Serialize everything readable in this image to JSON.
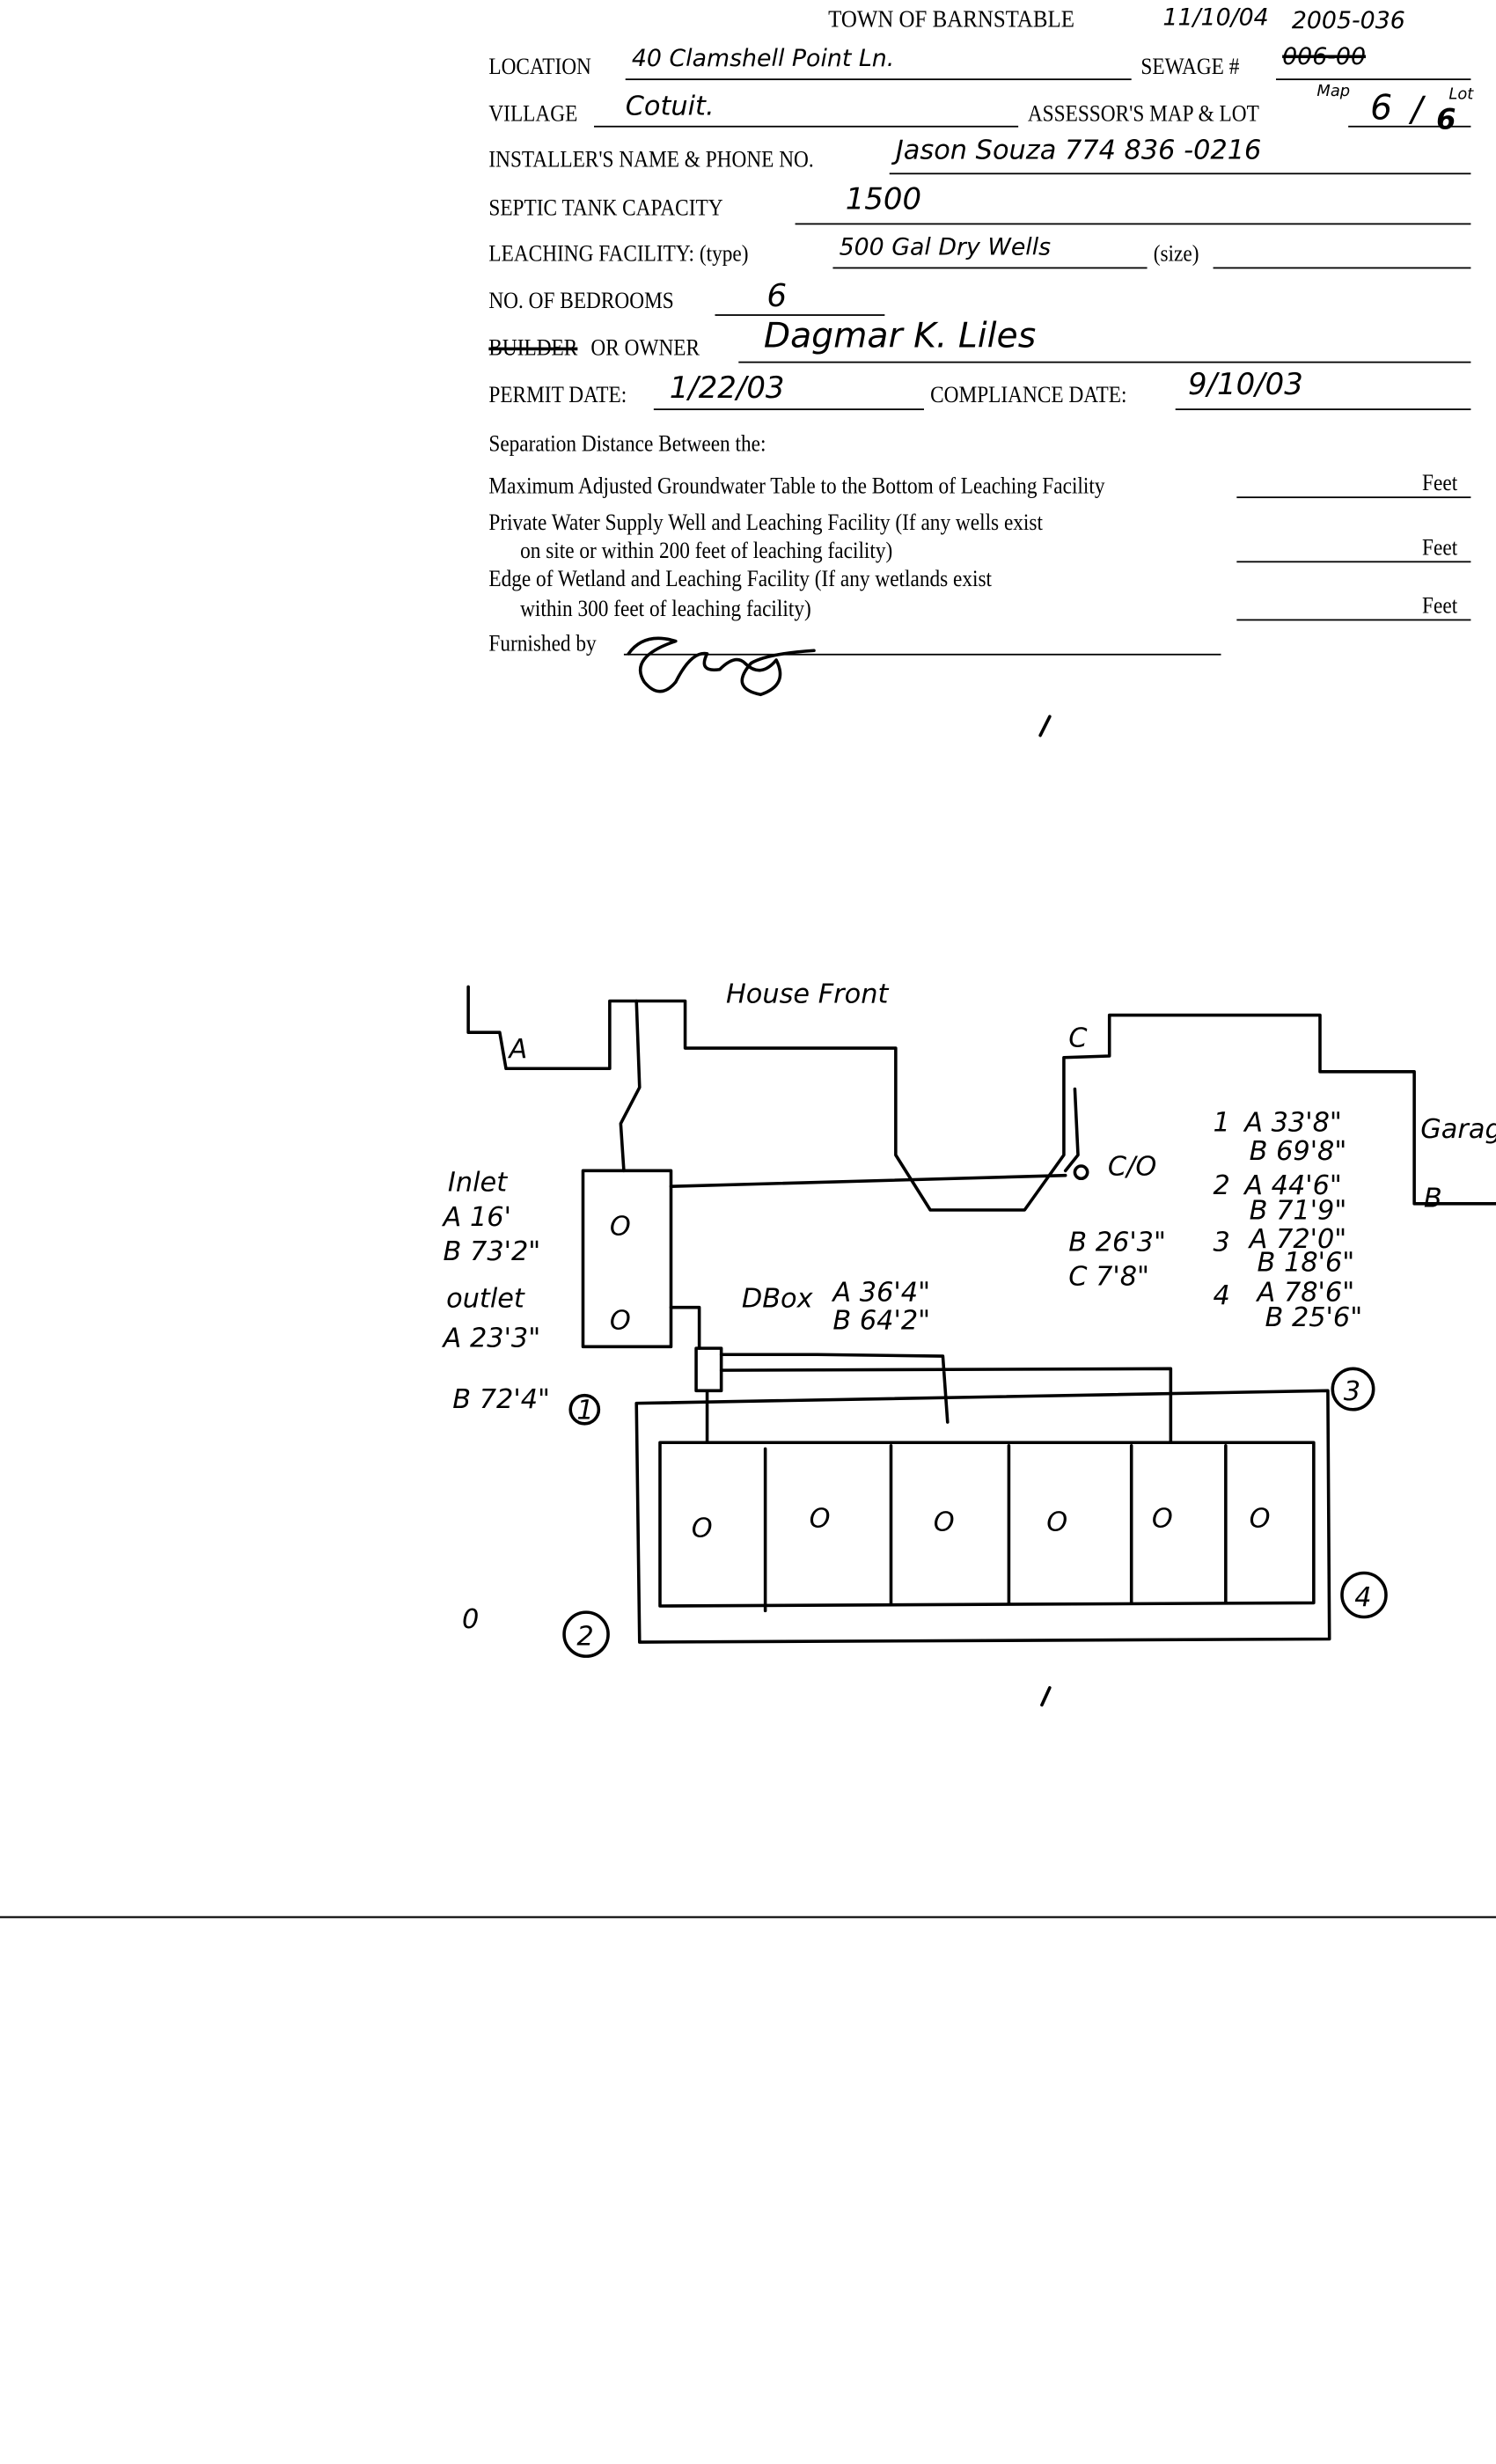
{
  "header": {
    "title": "TOWN OF BARNSTABLE",
    "annotation_date": "11/10/04",
    "permit_number": "2005-036"
  },
  "form": {
    "location_label": "LOCATION",
    "location_value": "40 Clamshell Point Ln.",
    "sewage_label": "SEWAGE #",
    "sewage_value": "006-00",
    "village_label": "VILLAGE",
    "village_value": "Cotuit.",
    "assessor_label": "ASSESSOR'S MAP & LOT",
    "map_tag": "Map",
    "map_value": "6",
    "lot_tag": "Lot",
    "lot_value": "6",
    "installer_label": "INSTALLER'S NAME & PHONE NO.",
    "installer_value": "Jason Souza  774 836 -0216",
    "septic_label": "SEPTIC TANK CAPACITY",
    "septic_value": "1500",
    "leaching_label": "LEACHING FACILITY: (type)",
    "leaching_value": "500 Gal Dry Wells",
    "size_label": "(size)",
    "bedrooms_label": "NO. OF BEDROOMS",
    "bedrooms_value": "6",
    "builder_struck": "BUILDER",
    "owner_label": "OR OWNER",
    "owner_value": "Dagmar K. Liles",
    "permit_date_label": "PERMIT DATE:",
    "permit_date_value": "1/22/03",
    "compliance_label": "COMPLIANCE DATE:",
    "compliance_value": "9/10/03",
    "separation_heading": "Separation Distance Between the:",
    "sep1": "Maximum Adjusted Groundwater Table to the Bottom of Leaching Facility",
    "sep2a": "Private Water Supply Well and Leaching Facility  (If any wells exist",
    "sep2b": "on site or within 200 feet of leaching facility)",
    "sep3a": "Edge of Wetland and Leaching Facility (If any wetlands exist",
    "sep3b": "within 300 feet of leaching facility)",
    "feet": "Feet",
    "furnished_label": "Furnished by"
  },
  "sketch": {
    "house_front": "House Front",
    "corner_a": "A",
    "corner_b": "B",
    "corner_c": "C",
    "garage": "Garage",
    "inlet_label": "Inlet",
    "inlet_a": "A 16'",
    "inlet_b": "B 73'2\"",
    "outlet_label": "outlet",
    "outlet_a": "A 23'3\"",
    "outlet_b": "B 72'4\"",
    "dbox_label": "DBox",
    "dbox_a": "A 36'4\"",
    "dbox_b": "B 64'2\"",
    "co_label": "C/O",
    "co_b": "B 26'3\"",
    "co_c": "C 7'8\"",
    "tank_circle": "O",
    "well_circle": "O",
    "corners": [
      {
        "n": "1",
        "a": "A 33'8\"",
        "b": "B 69'8\""
      },
      {
        "n": "2",
        "a": "A 44'6\"",
        "b": "B 71'9\""
      },
      {
        "n": "3",
        "a": "A 72'0\"",
        "b": "B 18'6\""
      },
      {
        "n": "4",
        "a": "A 78'6\"",
        "b": "B 25'6\""
      }
    ]
  }
}
